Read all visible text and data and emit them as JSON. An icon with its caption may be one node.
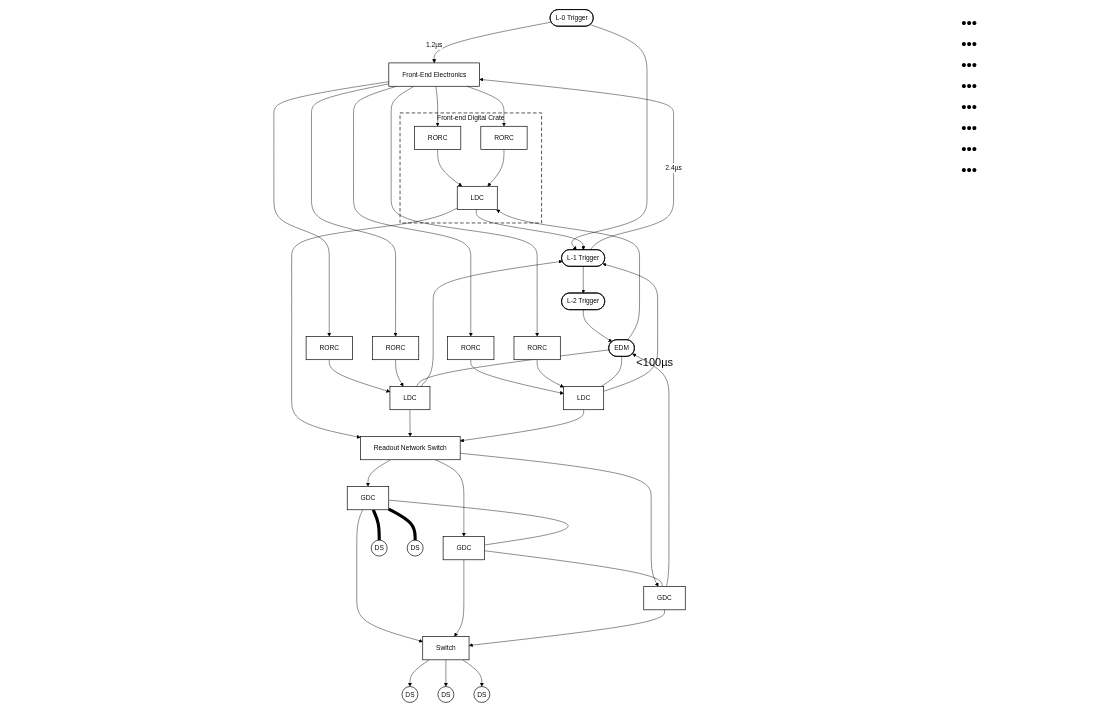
{
  "diagram": {
    "nodes": [
      {
        "text": [
          "Front-End Electronics"
        ]
      },
      {
        "text": [
          "Front-end Digital Crate"
        ]
      },
      {
        "text": [
          "RORC"
        ],
        "in": 1
      },
      {
        "text": [
          "RORC"
        ],
        "in": 1
      },
      {
        "text": [
          "LDC"
        ],
        "in": 1
      },
      {
        "text": [
          "RORC"
        ]
      },
      {
        "text": [
          "RORC"
        ]
      },
      {
        "text": [
          "LDC"
        ]
      },
      {
        "text": [
          "RORC"
        ]
      },
      {
        "text": [
          "RORC"
        ]
      },
      {
        "text": [
          "LDC"
        ]
      },
      {
        "text": [
          "L-0 Trigger"
        ]
      },
      {
        "text": [
          "L-1 Trigger"
        ]
      },
      {
        "text": [
          "L-2 Trigger"
        ]
      },
      {
        "text": [
          "EDM"
        ],
        "beside": [
          "<100µs"
        ]
      },
      {
        "text": [
          "Readout Network Switch"
        ]
      },
      {
        "text": [
          "GDC"
        ]
      },
      {
        "text": [
          "GDC"
        ]
      },
      {
        "text": [
          "GDC"
        ]
      },
      {
        "text": [
          "DS"
        ]
      },
      {
        "text": [
          "DS"
        ]
      },
      {
        "text": [
          "Switch"
        ]
      },
      {
        "text": [
          "DS"
        ]
      },
      {
        "text": [
          "DS"
        ]
      },
      {
        "text": [
          "DS"
        ]
      }
    ],
    "edges": [
      {
        "from": 12,
        "to": 0,
        "arrow": "to",
        "label": "2.4µs"
      },
      {
        "from": 11,
        "to": 0,
        "arrow": "to",
        "label": "1.2µs"
      },
      {
        "from": 0,
        "to": 2,
        "arrow": "to"
      },
      {
        "from": 0,
        "to": 3,
        "arrow": "to"
      },
      {
        "from": 0,
        "to": 5,
        "arrow": "to"
      },
      {
        "from": 0,
        "to": 6,
        "arrow": "to"
      },
      {
        "from": 0,
        "to": 8,
        "arrow": "to"
      },
      {
        "from": 0,
        "to": 9,
        "arrow": "to"
      },
      {
        "from": 2,
        "to": 4,
        "arrow": "to"
      },
      {
        "from": 3,
        "to": 4,
        "arrow": "to"
      },
      {
        "from": 5,
        "to": 7,
        "arrow": "to"
      },
      {
        "from": 6,
        "to": 7,
        "arrow": "to"
      },
      {
        "from": 8,
        "to": 10,
        "arrow": "to"
      },
      {
        "from": 9,
        "to": 10,
        "arrow": "to"
      },
      {
        "from": 11,
        "to": 12,
        "arrow": "to"
      },
      {
        "from": 4,
        "to": 12,
        "arrow": "to"
      },
      {
        "from": 7,
        "to": 12,
        "arrow": "to"
      },
      {
        "from": 10,
        "to": 12,
        "arrow": "to"
      },
      {
        "from": 14,
        "to": 4,
        "arrow": "to"
      },
      {
        "from": 14,
        "to": 7,
        "arrow": "none"
      },
      {
        "from": 14,
        "to": 10,
        "arrow": "none"
      },
      {
        "from": 12,
        "to": 13,
        "arrow": "to"
      },
      {
        "from": 13,
        "to": 14,
        "arrow": "to"
      },
      {
        "from": 4,
        "to": 15,
        "arrow": "to"
      },
      {
        "from": 7,
        "to": 15,
        "arrow": "to"
      },
      {
        "from": 10,
        "to": 15,
        "arrow": "to"
      },
      {
        "from": 15,
        "to": 16,
        "arrow": "to"
      },
      {
        "from": 15,
        "to": 17,
        "arrow": "to"
      },
      {
        "from": 15,
        "to": 18,
        "arrow": "to"
      },
      {
        "from": 18,
        "to": 14,
        "arrow": "to"
      },
      {
        "from": 16,
        "to": 17,
        "arrow": "none"
      },
      {
        "from": 17,
        "to": 18,
        "arrow": "none"
      },
      {
        "from": 16,
        "to": 19,
        "arrow": "none",
        "style": "thick"
      },
      {
        "from": 16,
        "to": 20,
        "arrow": "none",
        "style": "thick"
      },
      {
        "from": 16,
        "to": 21,
        "arrow": "to"
      },
      {
        "from": 17,
        "to": 21,
        "arrow": "to"
      },
      {
        "from": 18,
        "to": 21,
        "arrow": "to"
      },
      {
        "from": 21,
        "to": 22,
        "arrow": "to"
      },
      {
        "from": 21,
        "to": 23,
        "arrow": "to"
      },
      {
        "from": 21,
        "to": 24,
        "arrow": "to"
      }
    ],
    "labels": [
      "•••",
      "•••",
      "•••",
      "•••",
      "•••",
      "•••",
      "•••",
      "•••"
    ]
  }
}
